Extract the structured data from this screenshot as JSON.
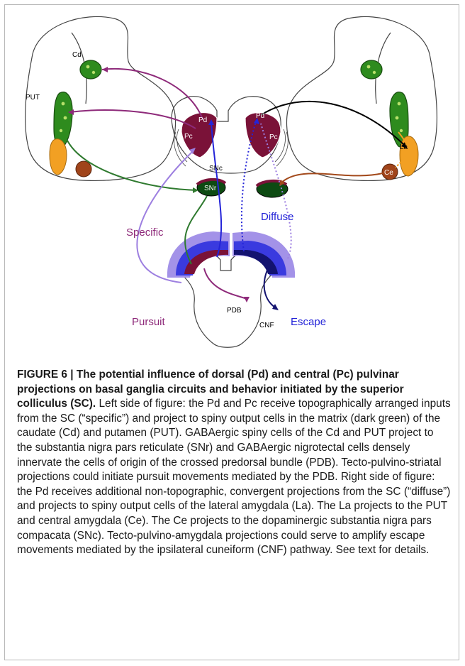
{
  "figure": {
    "labels": {
      "cd": "Cd",
      "put": "PUT",
      "pd_left": "Pd",
      "pc_left": "Pc",
      "snc": "SNc",
      "snr": "SNr",
      "pd_right": "Pd",
      "pc_right": "Pc",
      "la": "La",
      "ce": "Ce",
      "specific": "Specific",
      "diffuse": "Diffuse",
      "pursuit": "Pursuit",
      "escape": "Escape",
      "pdb": "PDB",
      "cnf": "CNF"
    },
    "colors": {
      "striatum_green": "#2e8b1e",
      "snr_green": "#0d4a12",
      "pulvinar_maroon": "#7a1238",
      "amygdala_orange": "#f2a023",
      "ce_brown": "#a0441a",
      "sc_blue": "#3a3adf",
      "sc_lilac": "#a392e8",
      "sc_navy": "#131370",
      "path_purple": "#8e2a7a",
      "path_green": "#2f7a2f",
      "path_lavender": "#9d7fe0",
      "path_blue": "#2424d8",
      "path_black": "#000000",
      "path_brown": "#a34a1c"
    }
  },
  "caption": {
    "lead": "FIGURE 6 | The potential influence of dorsal (Pd) and central (Pc) pulvinar projections on basal ganglia circuits and behavior initiated by the superior colliculus (SC).",
    "body": " Left side of figure: the Pd and Pc receive topographically arranged inputs from the SC (“specific”) and project to spiny output cells in the matrix (dark green) of the caudate (Cd) and putamen (PUT). GABAergic spiny cells of the Cd and PUT project to the substantia nigra pars reticulate (SNr) and GABAergic nigrotectal cells densely innervate the cells of origin of the crossed predorsal bundle (PDB). Tecto-pulvino-striatal projections could initiate pursuit movements mediated by the PDB. Right side of figure: the Pd receives additional non-topographic, convergent projections from the SC (“diffuse”) and projects to spiny output cells of the lateral amygdala (La). The La projects to the PUT and central amygdala (Ce). The Ce projects to the dopaminergic substantia nigra pars compacata (SNc). Tecto-pulvino-amygdala projections could serve to amplify escape movements mediated by the ipsilateral cuneiform (CNF) pathway. See text for details."
  }
}
